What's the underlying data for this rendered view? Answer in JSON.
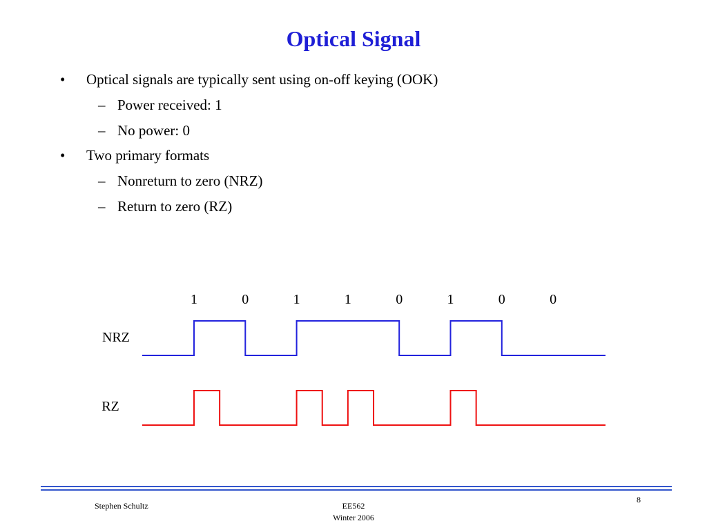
{
  "slide": {
    "title": "Optical Signal",
    "bullets": [
      {
        "text": "Optical signals are typically sent using on-off keying (OOK)",
        "subs": [
          "Power received: 1",
          "No power: 0"
        ]
      },
      {
        "text": "Two primary formats",
        "subs": [
          "Nonreturn to zero (NRZ)",
          "Return to zero (RZ)"
        ]
      }
    ],
    "bullet_marker": "•",
    "sub_marker": "–"
  },
  "diagram": {
    "bits": [
      "1",
      "0",
      "1",
      "1",
      "0",
      "1",
      "0",
      "0"
    ],
    "nrz": {
      "label": "NRZ",
      "color": "#2222dd"
    },
    "rz": {
      "label": "RZ",
      "color": "#ee1111"
    }
  },
  "footer": {
    "author": "Stephen Schultz",
    "course": "EE562",
    "term": "Winter 2006",
    "page": "8"
  }
}
